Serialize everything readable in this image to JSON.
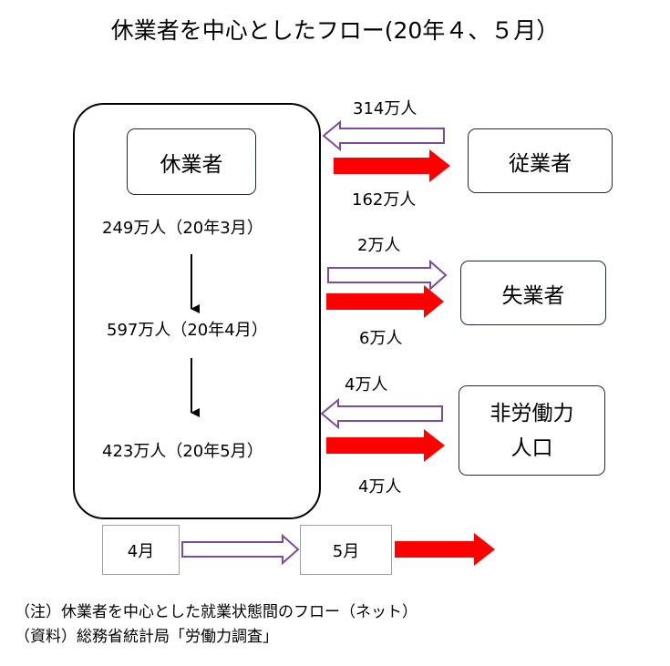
{
  "title": "休業者を中心としたフロー(20年４、５月）",
  "nodes": {
    "kyugyosha": "休業者",
    "jugyosha": "従業者",
    "shitsugyosha": "失業者",
    "hirodoryoku_line1": "非労働力",
    "hirodoryoku_line2": "人口"
  },
  "stocks": [
    "249万人（20年3月）",
    "597万人（20年4月）",
    "423万人（20年5月）"
  ],
  "flows": {
    "from_jugyosha_april": "314万人",
    "to_jugyosha_may": "162万人",
    "to_shitsugyosha_april": "2万人",
    "to_shitsugyosha_may": "6万人",
    "from_hirodoryoku_april": "4万人",
    "to_hirodoryoku_may": "4万人"
  },
  "legend": {
    "april": "4月",
    "may": "5月"
  },
  "notes": {
    "note": "（注）休業者を中心とした就業状態間のフロー（ネット）",
    "source": "（資料）総務省統計局「労働力調査」"
  },
  "colors": {
    "april_arrow_outline": "#7a4d96",
    "may_arrow_fill": "#ff0000",
    "box_border": "#1f2b3d"
  }
}
